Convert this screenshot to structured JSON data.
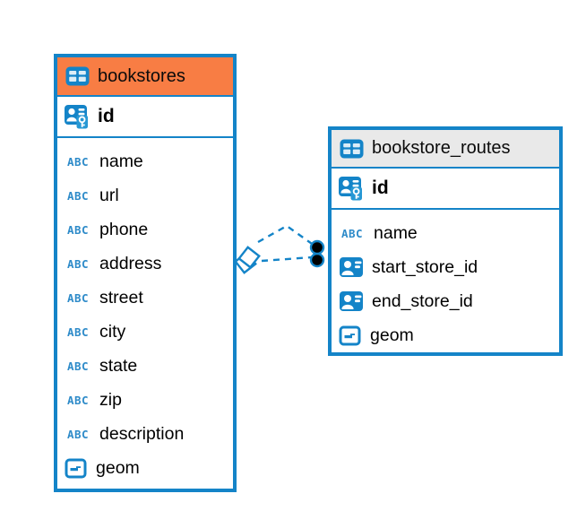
{
  "colors": {
    "accent_blue": "#1484c8",
    "header_orange": "#f87d44",
    "header_gray": "#e9e9e9",
    "relation_dot_fill": "#000000",
    "background": "#ffffff",
    "text": "#000000"
  },
  "tables": [
    {
      "name": "bookstores",
      "header_style": "orange",
      "pk": {
        "label": "id",
        "icon": "primary-key-icon"
      },
      "fields": [
        {
          "label": "name",
          "icon": "text-column-icon"
        },
        {
          "label": "url",
          "icon": "text-column-icon"
        },
        {
          "label": "phone",
          "icon": "text-column-icon"
        },
        {
          "label": "address",
          "icon": "text-column-icon"
        },
        {
          "label": "street",
          "icon": "text-column-icon"
        },
        {
          "label": "city",
          "icon": "text-column-icon"
        },
        {
          "label": "state",
          "icon": "text-column-icon"
        },
        {
          "label": "zip",
          "icon": "text-column-icon"
        },
        {
          "label": "description",
          "icon": "text-column-icon"
        },
        {
          "label": "geom",
          "icon": "geometry-column-icon"
        }
      ]
    },
    {
      "name": "bookstore_routes",
      "header_style": "gray",
      "pk": {
        "label": "id",
        "icon": "primary-key-icon"
      },
      "fields": [
        {
          "label": "name",
          "icon": "text-column-icon"
        },
        {
          "label": "start_store_id",
          "icon": "reference-column-icon"
        },
        {
          "label": "end_store_id",
          "icon": "reference-column-icon"
        },
        {
          "label": "geom",
          "icon": "geometry-column-icon"
        }
      ]
    }
  ],
  "relationship": {
    "line_style": "dashed",
    "left_marker": "double-diamond",
    "right_marker": "double-dot",
    "connections": 2
  },
  "icon_text": {
    "abc": "ABC"
  }
}
